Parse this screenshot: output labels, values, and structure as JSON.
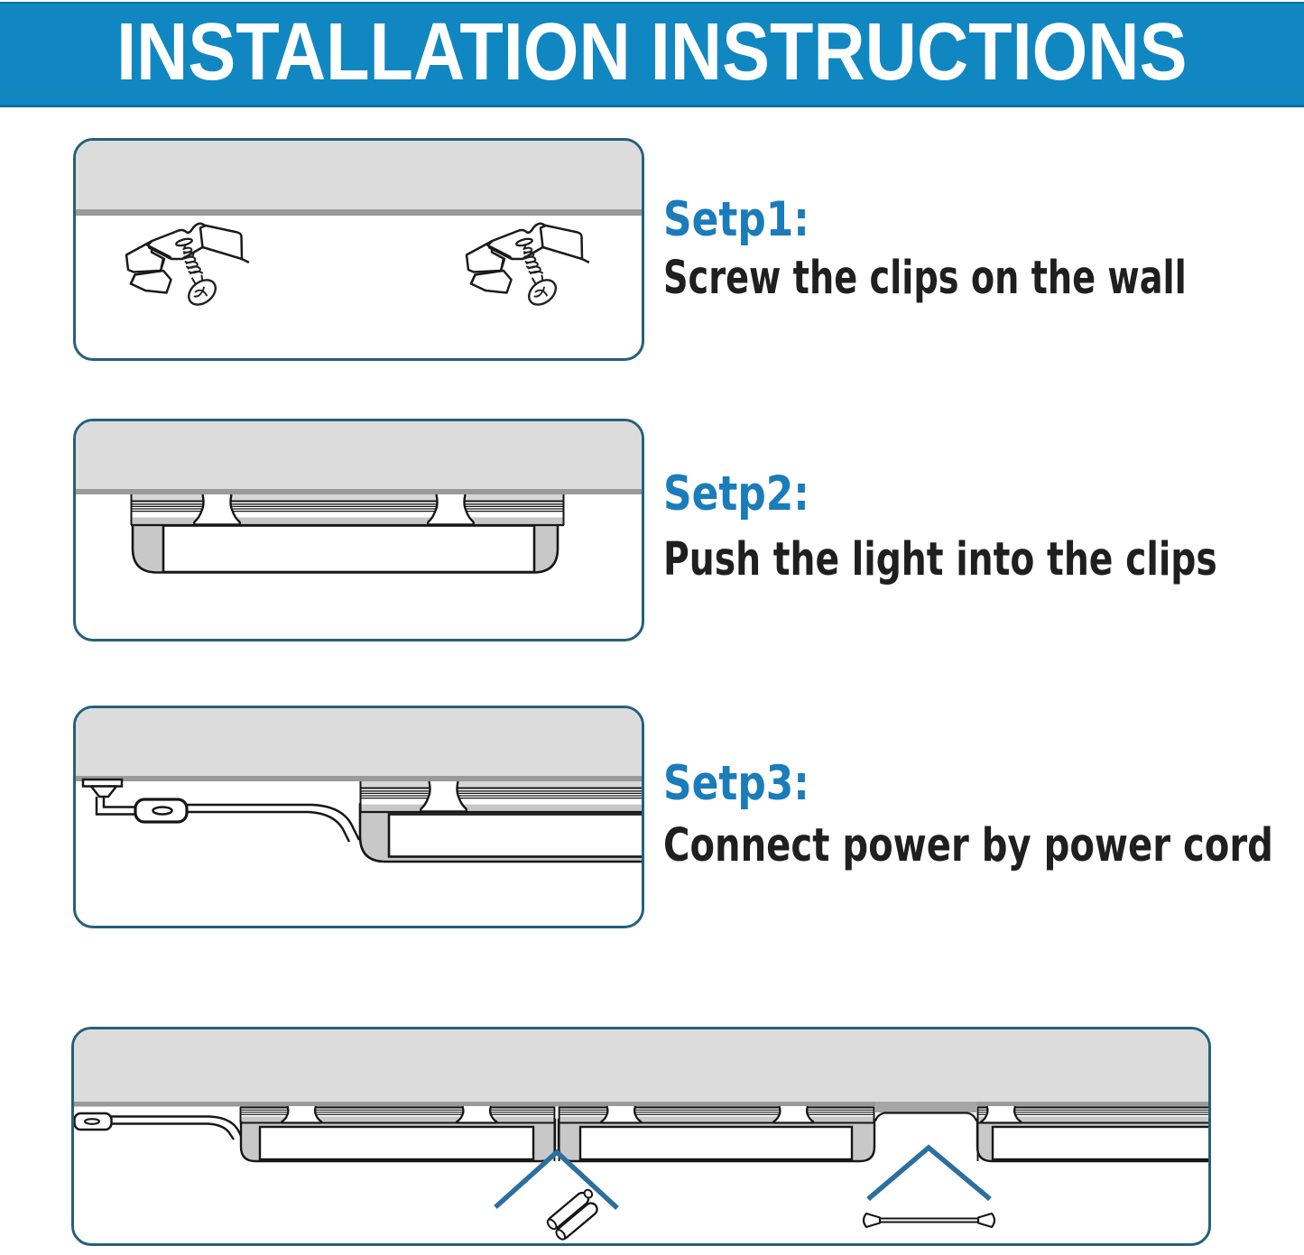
{
  "banner": {
    "title": "INSTALLATION INSTRUCTIONS"
  },
  "steps": [
    {
      "label": "Setp1:",
      "instruction": "Screw the clips on the wall"
    },
    {
      "label": "Setp2:",
      "instruction": "Push the light into the clips"
    },
    {
      "label": "Setp3:",
      "instruction": "Connect power by power cord"
    }
  ],
  "figures": {
    "step1": "two mounting clips screwed to the wall",
    "step2": "light bar pushed into the wall clips",
    "step3": "power cord with switch connected to light end",
    "linking": "three lights linked end-to-end with seamless connector and connector cable"
  },
  "colors": {
    "page-bg": "#ffffff",
    "banner-bg": "#1187c2",
    "banner-edge": "#0d6fa4",
    "banner-fg": "#ffffff",
    "panel-border": "#26607b",
    "step-title": "#1a7cba",
    "step-text": "#1f1f1f",
    "band-gray": "#dcdcdc",
    "band-strip": "#9a9a9a",
    "art-gray": "#c8c8c8",
    "art-line": "#161616",
    "arrow-blue": "#2b6f9e"
  }
}
